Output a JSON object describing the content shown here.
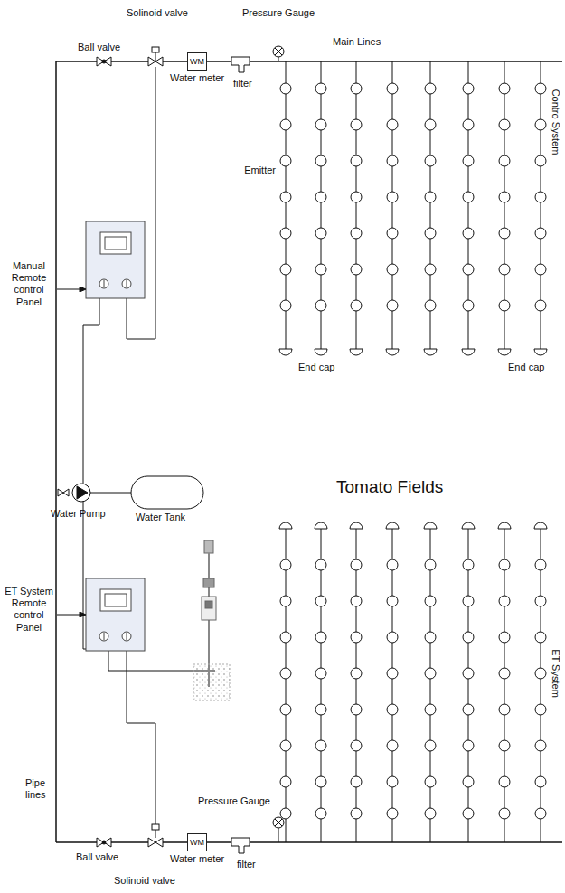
{
  "diagram": {
    "nodes": [
      {
        "text": [
          "WM",
          "Water meter"
        ]
      },
      {
        "text": [
          "WM",
          "Water meter"
        ]
      }
    ],
    "labels": [
      "Solinoid valve",
      "Pressure Gauge",
      "Main Lines",
      "Ball valve",
      "filter",
      "Emitter",
      "Contro System",
      "Manual Remote control Panel",
      "End cap",
      "End cap",
      "Tomato Fields",
      "Water Pump",
      "Water Tank",
      "ET System Remote control Panel",
      "ET System",
      "Pipe lines",
      "Ball valve",
      "Solinoid valve",
      "filter",
      "Pressure Gauge"
    ]
  }
}
